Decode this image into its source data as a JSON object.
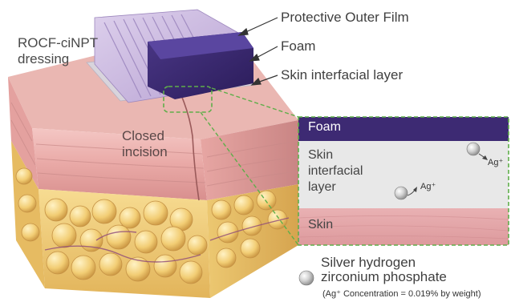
{
  "labels": {
    "protective_outer_film": "Protective Outer Film",
    "foam": "Foam",
    "skin_interfacial_layer": "Skin interfacial layer",
    "dressing_line1": "ROCF-ciNPT",
    "dressing_line2": "dressing",
    "incision_line1": "Closed",
    "incision_line2": "incision"
  },
  "inset": {
    "foam": "Foam",
    "skin_interfacial_line1": "Skin",
    "skin_interfacial_line2": "interfacial",
    "skin_interfacial_line3": "layer",
    "ion": "Ag⁺",
    "skin": "Skin"
  },
  "legend": {
    "line1": "Silver hydrogen",
    "line2": "zirconium phosphate",
    "note": "(Ag⁺ Concentration = 0.019% by weight)"
  },
  "colors": {
    "foam": "#3d2a73",
    "interfacial": "#e8e8e8",
    "skin": "#e3a5a8",
    "callout_border": "#5fae4a",
    "film": "#c9b6df",
    "fat": "#f2cf7a"
  }
}
